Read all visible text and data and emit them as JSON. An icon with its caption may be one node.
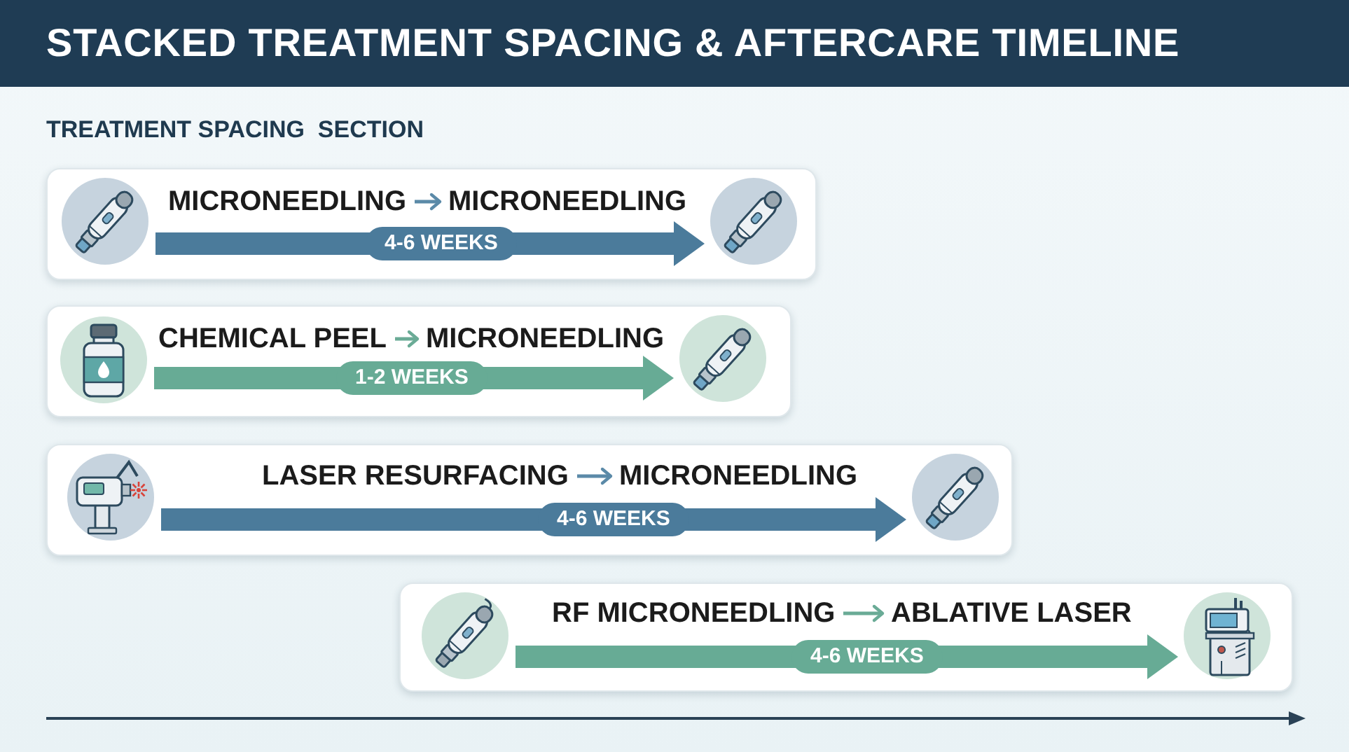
{
  "diagram": {
    "title": "STACKED TREATMENT SPACING & AFTERCARE TIMELINE",
    "nodes": [
      {
        "text": [],
        "shape": "box"
      },
      {
        "text": [],
        "shape": "picture",
        "in": 0
      },
      {
        "text": [
          "MICRONEEDLING"
        ],
        "in": 0
      },
      {
        "text": [
          "MICRONEEDLING"
        ],
        "in": 0
      },
      {
        "text": [],
        "shape": "picture",
        "in": 0
      },
      {
        "text": [],
        "shape": "box"
      },
      {
        "text": [],
        "shape": "picture",
        "in": 5
      },
      {
        "text": [
          "CHEMICAL PEEL"
        ],
        "in": 5
      },
      {
        "text": [
          "MICRONEEDLING"
        ],
        "in": 5
      },
      {
        "text": [],
        "shape": "picture",
        "in": 5
      },
      {
        "text": [],
        "shape": "box"
      },
      {
        "text": [],
        "shape": "picture",
        "in": 10
      },
      {
        "text": [
          "LASER RESURFACING"
        ],
        "in": 10
      },
      {
        "text": [
          "MICRONEEDLING"
        ],
        "in": 10
      },
      {
        "text": [],
        "shape": "picture",
        "in": 10
      },
      {
        "text": [],
        "shape": "box"
      },
      {
        "text": [],
        "shape": "picture",
        "in": 15
      },
      {
        "text": [
          "RF MICRONEEDLING"
        ],
        "in": 15
      },
      {
        "text": [
          "ABLATIVE LASER"
        ],
        "in": 15
      },
      {
        "text": [],
        "shape": "picture",
        "in": 15
      }
    ],
    "edges": [
      {
        "from": 2,
        "to": 3,
        "arrow": "to",
        "color": "#5b8aa8"
      },
      {
        "from": 1,
        "to": 4,
        "arrow": "to",
        "label": "4-6 WEEKS",
        "style": "thick",
        "color": "#4b7b9b"
      },
      {
        "from": 7,
        "to": 8,
        "arrow": "to",
        "color": "#6aab96"
      },
      {
        "from": 6,
        "to": 9,
        "arrow": "to",
        "label": "1-2 WEEKS",
        "style": "thick",
        "color": "#67ab95"
      },
      {
        "from": 12,
        "to": 13,
        "arrow": "to",
        "color": "#5b8aa8"
      },
      {
        "from": 11,
        "to": 14,
        "arrow": "to",
        "label": "4-6 WEEKS",
        "style": "thick",
        "color": "#4b7b9b"
      },
      {
        "from": 17,
        "to": 18,
        "arrow": "to",
        "color": "#6aab96"
      },
      {
        "from": 16,
        "to": 19,
        "arrow": "to",
        "label": "4-6 WEEKS",
        "style": "thick",
        "color": "#67ab95"
      }
    ],
    "labels": [
      "TREATMENT SPACING  SECTION"
    ]
  }
}
